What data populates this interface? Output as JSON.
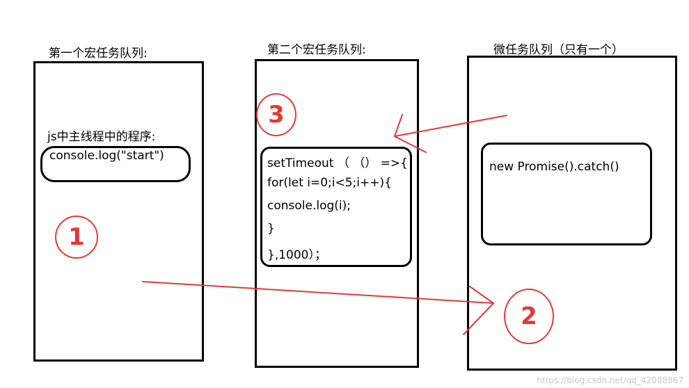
{
  "queues": {
    "macro1": {
      "title": "第一个宏任务队列:",
      "section_label": "js中主线程中的程序:",
      "code": "console.log(\"start\")"
    },
    "macro2": {
      "title": "第二个宏任务队列:",
      "code_lines": [
        "setTimeout （ （） =>{",
        "for(let i=0;i<5;i++){",
        "console.log(i);",
        "}",
        "},1000）；"
      ]
    },
    "micro": {
      "title": "微任务队列（只有一个）",
      "code": "new Promise().catch()"
    }
  },
  "markers": [
    "1",
    "2",
    "3"
  ],
  "watermark": "https://blog.csdn.net/qq_42088867",
  "colors": {
    "stroke": "#000000",
    "annotation": "#e53935"
  }
}
